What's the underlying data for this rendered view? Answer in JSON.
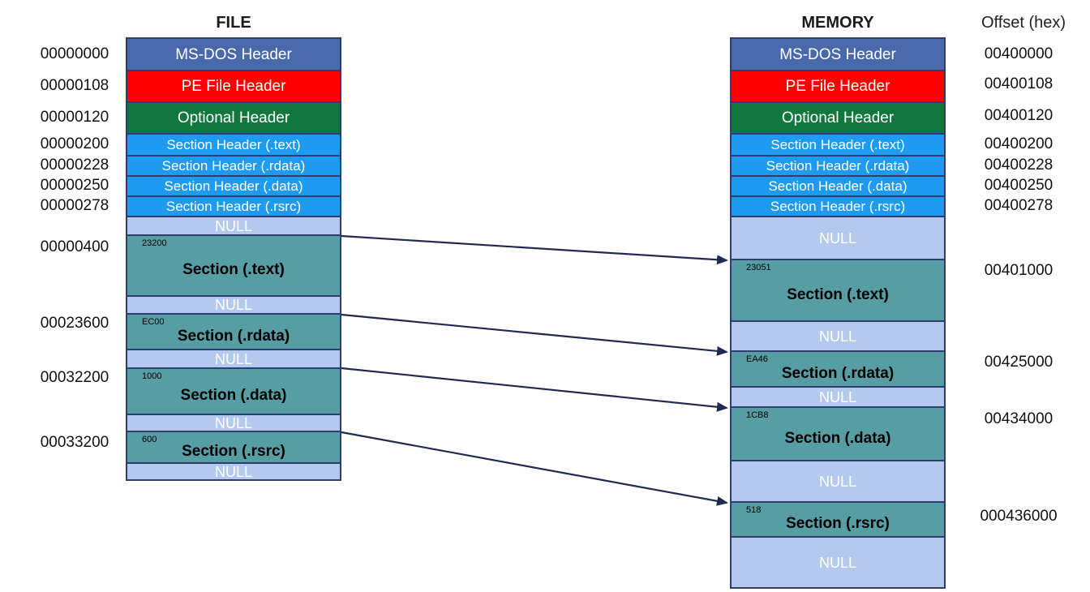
{
  "titles": {
    "file": "FILE",
    "memory": "MEMORY",
    "offset_hex": "Offset (hex)"
  },
  "file_offsets": [
    "00000000",
    "00000108",
    "00000120",
    "00000200",
    "00000228",
    "00000250",
    "00000278",
    "00000400",
    "00023600",
    "00032200",
    "00033200"
  ],
  "memory_offsets": [
    "00400000",
    "00400108",
    "00400120",
    "00400200",
    "00400228",
    "00400250",
    "00400278",
    "00401000",
    "00425000",
    "00434000",
    "000436000"
  ],
  "file_blocks": [
    {
      "label": "MS-DOS Header"
    },
    {
      "label": "PE File Header"
    },
    {
      "label": "Optional Header"
    },
    {
      "label": "Section Header (.text)"
    },
    {
      "label": "Section Header (.rdata)"
    },
    {
      "label": "Section Header (.data)"
    },
    {
      "label": "Section Header (.rsrc)"
    },
    {
      "label": "NULL"
    },
    {
      "label": "Section (.text)",
      "size": "23200"
    },
    {
      "label": "NULL"
    },
    {
      "label": "Section (.rdata)",
      "size": "EC00"
    },
    {
      "label": "NULL"
    },
    {
      "label": "Section (.data)",
      "size": "1000"
    },
    {
      "label": "NULL"
    },
    {
      "label": "Section (.rsrc)",
      "size": "600"
    },
    {
      "label": "NULL"
    }
  ],
  "memory_blocks": [
    {
      "label": "MS-DOS Header"
    },
    {
      "label": "PE File Header"
    },
    {
      "label": "Optional Header"
    },
    {
      "label": "Section Header (.text)"
    },
    {
      "label": "Section Header (.rdata)"
    },
    {
      "label": "Section Header (.data)"
    },
    {
      "label": "Section Header (.rsrc)"
    },
    {
      "label": "NULL"
    },
    {
      "label": "Section (.text)",
      "size": "23051"
    },
    {
      "label": "NULL"
    },
    {
      "label": "Section (.rdata)",
      "size": "EA46"
    },
    {
      "label": "NULL"
    },
    {
      "label": "Section (.data)",
      "size": "1CB8"
    },
    {
      "label": "NULL"
    },
    {
      "label": "Section (.rsrc)",
      "size": "518"
    },
    {
      "label": "NULL"
    }
  ],
  "arrows": [
    {
      "from": "file Section (.text)",
      "to": "memory Section (.text)"
    },
    {
      "from": "file Section (.rdata)",
      "to": "memory Section (.rdata)"
    },
    {
      "from": "file Section (.data)",
      "to": "memory Section (.data)"
    },
    {
      "from": "file Section (.rsrc)",
      "to": "memory Section (.rsrc)"
    }
  ],
  "colors": {
    "msdos_header": "#4a69ad",
    "pe_file_header": "#fe0000",
    "optional_header": "#10783c",
    "section_header": "#1e9bf0",
    "null_block": "#b4c9ee",
    "section_block": "#579da4",
    "block_border": "#2f3c6e",
    "arrow": "#1f2a50"
  }
}
